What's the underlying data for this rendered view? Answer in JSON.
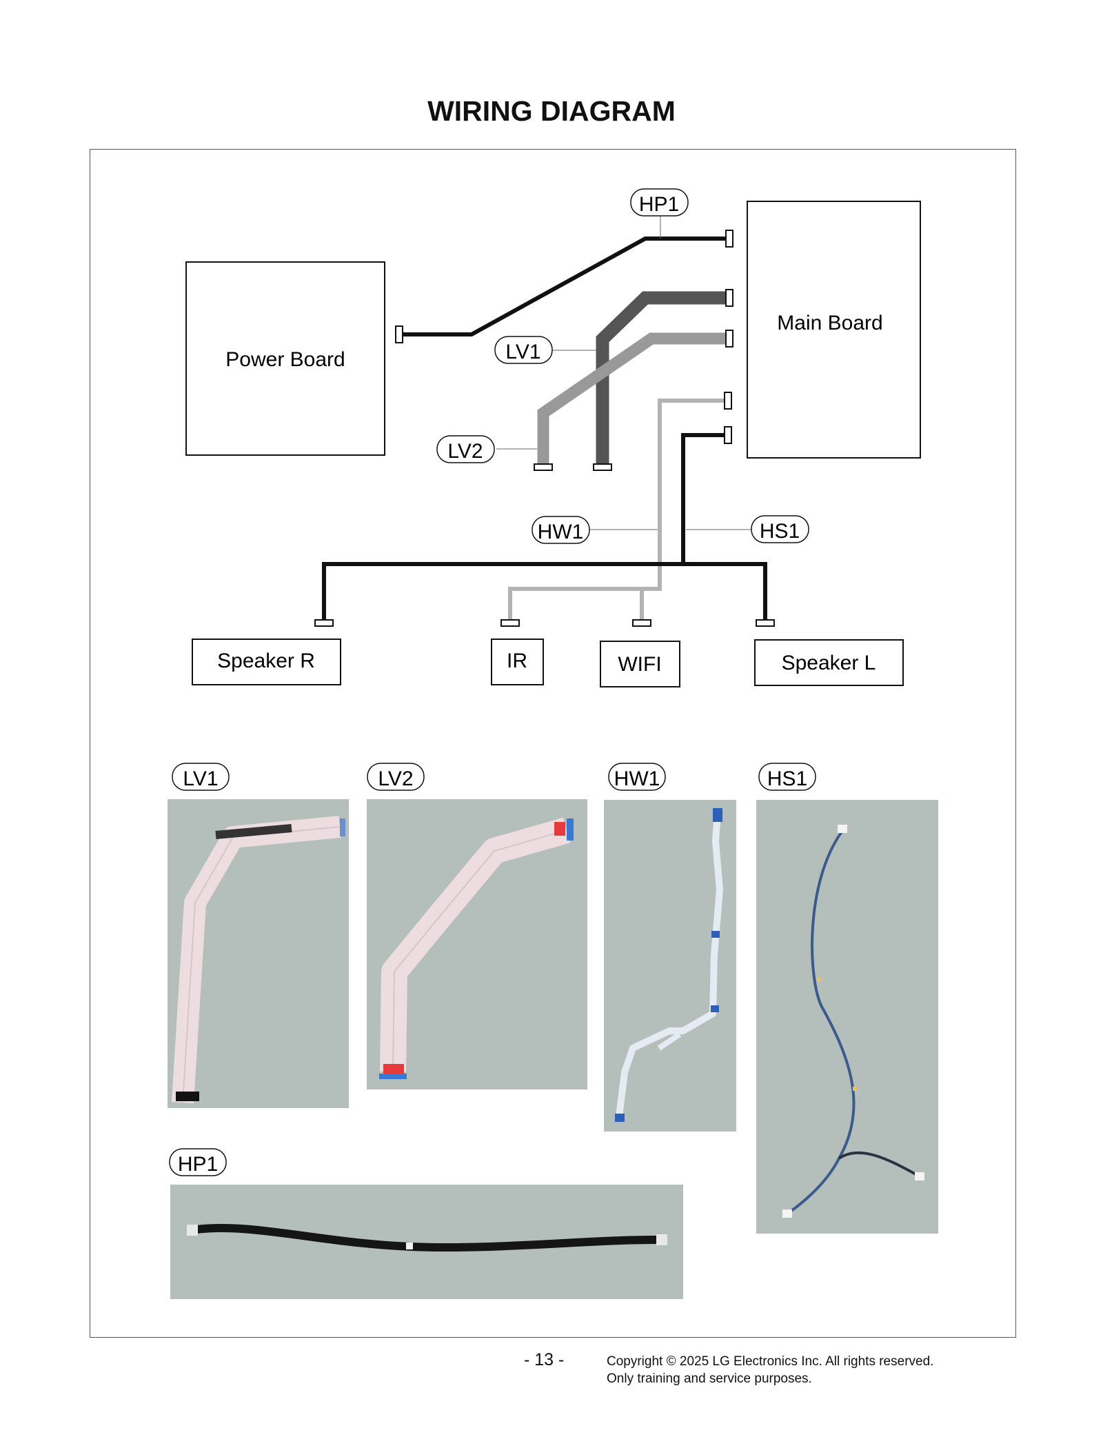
{
  "title": "WIRING DIAGRAM",
  "boards": {
    "power": "Power Board",
    "main": "Main Board"
  },
  "devices": {
    "speaker_r": "Speaker R",
    "ir": "IR",
    "wifi": "WIFI",
    "speaker_l": "Speaker L"
  },
  "cable_labels": {
    "hp1": "HP1",
    "lv1": "LV1",
    "lv2": "LV2",
    "hw1": "HW1",
    "hs1": "HS1"
  },
  "photos": [
    {
      "label": "LV1",
      "subject": "flat flexible cable"
    },
    {
      "label": "LV2",
      "subject": "flat flexible cable"
    },
    {
      "label": "HW1",
      "subject": "flat flexible cable"
    },
    {
      "label": "HS1",
      "subject": "wire harness"
    },
    {
      "label": "HP1",
      "subject": "wire harness"
    }
  ],
  "footer": {
    "page_number": "- 13 -",
    "copyright_line1": "Copyright © 2025 LG Electronics Inc. All rights reserved.",
    "copyright_line2": "Only training and service purposes."
  },
  "colors": {
    "hp1_hs1_wire": "#111111",
    "lv1_cable": "#555555",
    "lv2_cable": "#999999",
    "hw1_cable": "#b3b3b3",
    "photo_background": "#b4bfbc"
  }
}
